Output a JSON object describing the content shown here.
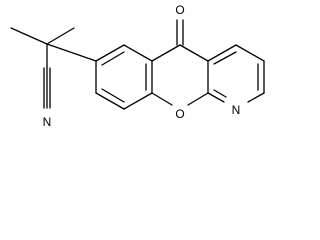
{
  "molecule": {
    "atoms": {
      "ketone_oxygen": "O",
      "nitrile_nitrogen": "N",
      "ring_oxygen": "O",
      "pyridine_nitrogen": "N"
    }
  },
  "colors": {
    "bond": "#000000",
    "label": "#000000",
    "background": "#ffffff"
  }
}
